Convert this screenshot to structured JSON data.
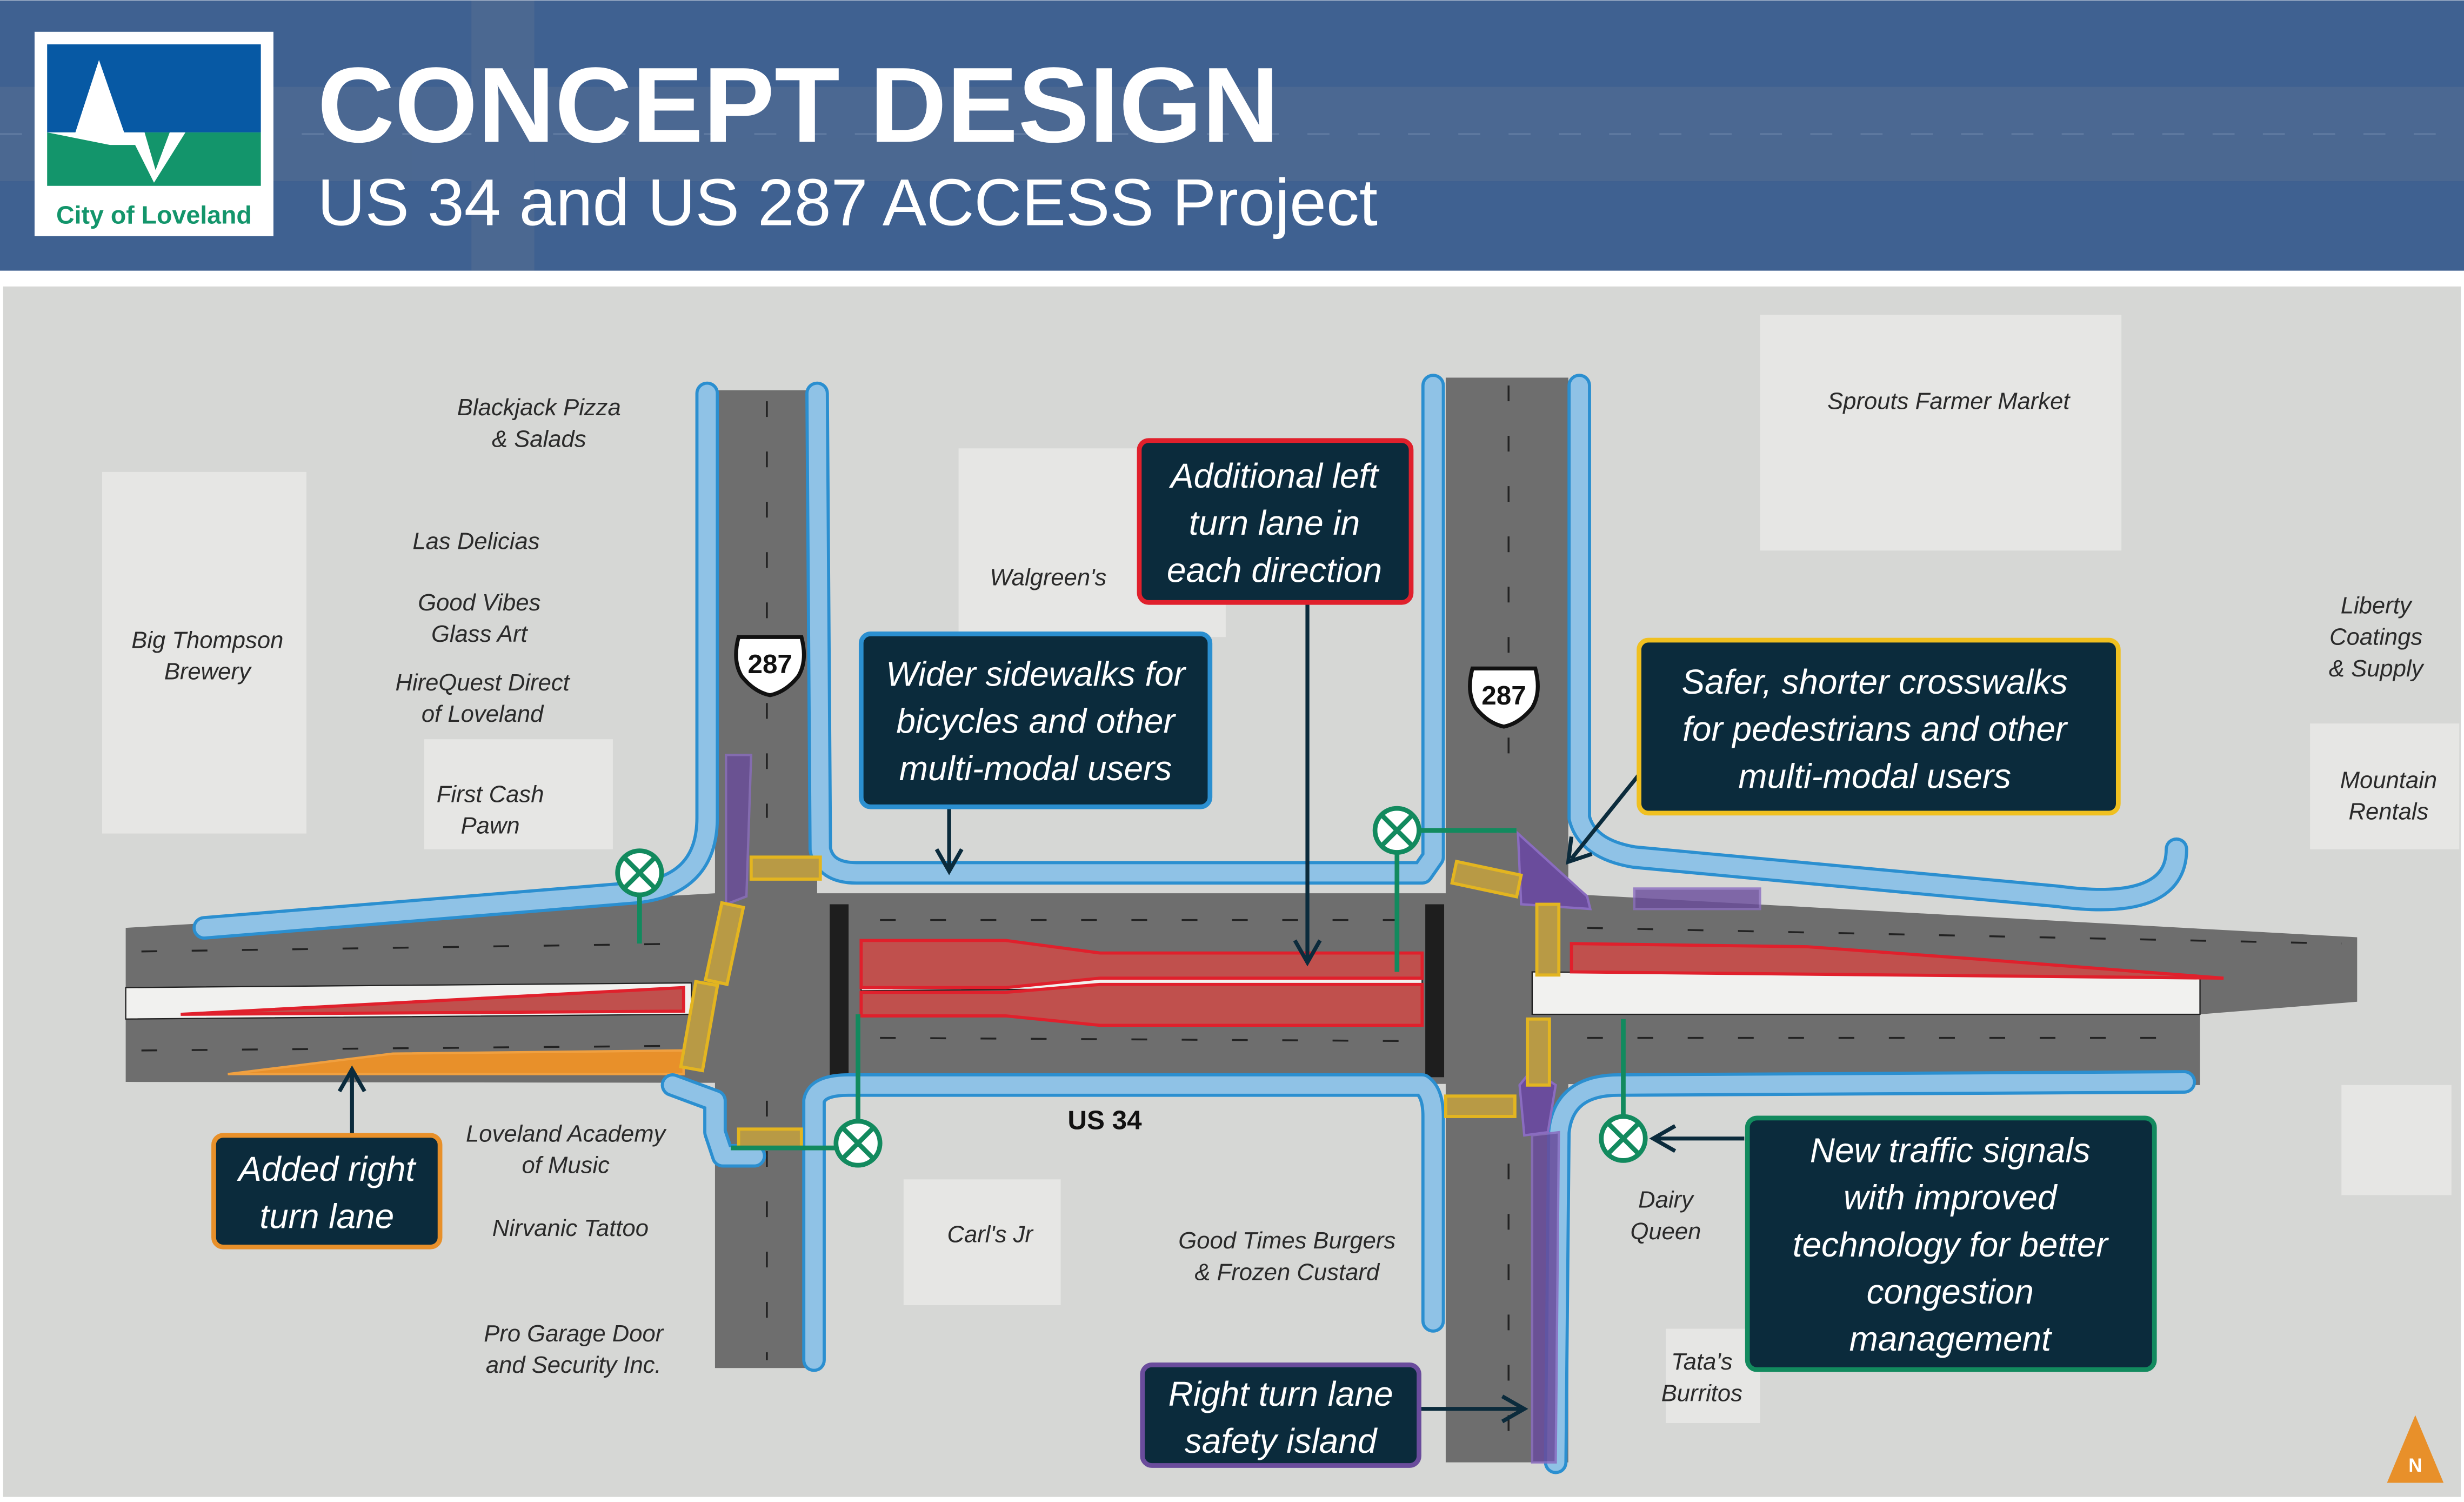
{
  "header": {
    "title": "CONCEPT DESIGN",
    "subtitle": "US 34 and US 287 ACCESS Project",
    "logo_text": "City of Loveland",
    "background_color": "#3f6191"
  },
  "colors": {
    "callout_bg": "#0b2b3c",
    "sidewalk": "#8fc2e6",
    "left_turn_lane": "#c0504d",
    "right_turn_lane": "#e8902a",
    "safety_island": "#6a4c9c",
    "crosswalk": "#e3b520",
    "signal": "#128a5e",
    "north_arrow": "#e8902a"
  },
  "callouts": {
    "left_turn": {
      "lines": [
        "Additional left",
        "turn lane in",
        "each direction"
      ],
      "border": "#e0202c"
    },
    "sidewalks": {
      "lines": [
        "Wider sidewalks for",
        "bicycles and other",
        "multi-modal users"
      ],
      "border": "#2b8fd0"
    },
    "crosswalks": {
      "lines": [
        "Safer, shorter crosswalks",
        "for pedestrians and other",
        "multi-modal users"
      ],
      "border": "#f0c020"
    },
    "signals": {
      "lines": [
        "New traffic signals",
        "with improved",
        "technology for better",
        "congestion",
        "management"
      ],
      "border": "#128a5e"
    },
    "right_turn": {
      "lines": [
        "Added right",
        "turn lane"
      ],
      "border": "#e8902a"
    },
    "island": {
      "lines": [
        "Right turn lane",
        "safety island"
      ],
      "border": "#6a4c9c"
    }
  },
  "road_labels": {
    "us34": "US 34",
    "us287_shield": "287"
  },
  "places": [
    {
      "lines": [
        "Blackjack Pizza",
        "& Salads"
      ]
    },
    {
      "lines": [
        "Las Delicias"
      ]
    },
    {
      "lines": [
        "Good Vibes",
        "Glass Art"
      ]
    },
    {
      "lines": [
        "Big Thompson",
        "Brewery"
      ]
    },
    {
      "lines": [
        "HireQuest Direct",
        "of Loveland"
      ]
    },
    {
      "lines": [
        "First Cash",
        "Pawn"
      ]
    },
    {
      "lines": [
        "Walgreen's"
      ]
    },
    {
      "lines": [
        "Sprouts Farmer Market"
      ]
    },
    {
      "lines": [
        "Liberty",
        "Coatings",
        "& Supply"
      ]
    },
    {
      "lines": [
        "Mountain",
        "Rentals"
      ]
    },
    {
      "lines": [
        "Loveland Academy",
        "of Music"
      ]
    },
    {
      "lines": [
        "Nirvanic Tattoo"
      ]
    },
    {
      "lines": [
        "Pro Garage Door",
        "and Security Inc."
      ]
    },
    {
      "lines": [
        "Carl's Jr"
      ]
    },
    {
      "lines": [
        "Good Times Burgers",
        "& Frozen Custard"
      ]
    },
    {
      "lines": [
        "Dairy",
        "Queen"
      ]
    },
    {
      "lines": [
        "Tata's",
        "Burritos"
      ]
    }
  ],
  "north_label": "N"
}
